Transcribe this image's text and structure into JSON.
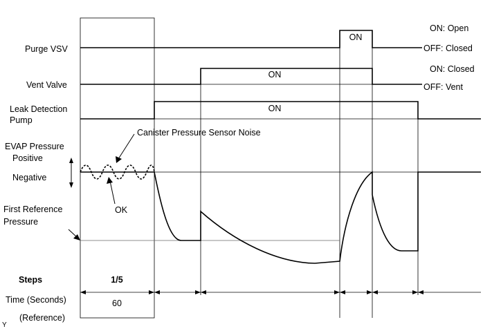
{
  "signals": {
    "purge_vsv": "Purge VSV",
    "vent_valve": "Vent Valve",
    "leak_pump_line1": "Leak Detection",
    "leak_pump_line2": "Pump",
    "evap_line1": "EVAP Pressure",
    "evap_line2": "Positive",
    "negative": "Negative",
    "first_ref_line1": "First Reference",
    "first_ref_line2": "Pressure"
  },
  "state_labels": {
    "purge_on": "ON",
    "vent_on": "ON",
    "pump_on": "ON",
    "purge_open": "ON: Open",
    "purge_closed": "OFF: Closed",
    "vent_closed": "ON: Closed",
    "vent_vent": "OFF: Vent"
  },
  "annotations": {
    "noise": "Canister Pressure Sensor Noise",
    "ok": "OK"
  },
  "footer": {
    "steps_label": "Steps",
    "step_value": "1/5",
    "time_label": "Time (Seconds)",
    "time_value": "60",
    "reference_label": "(Reference)"
  },
  "corner_mark": "Y"
}
